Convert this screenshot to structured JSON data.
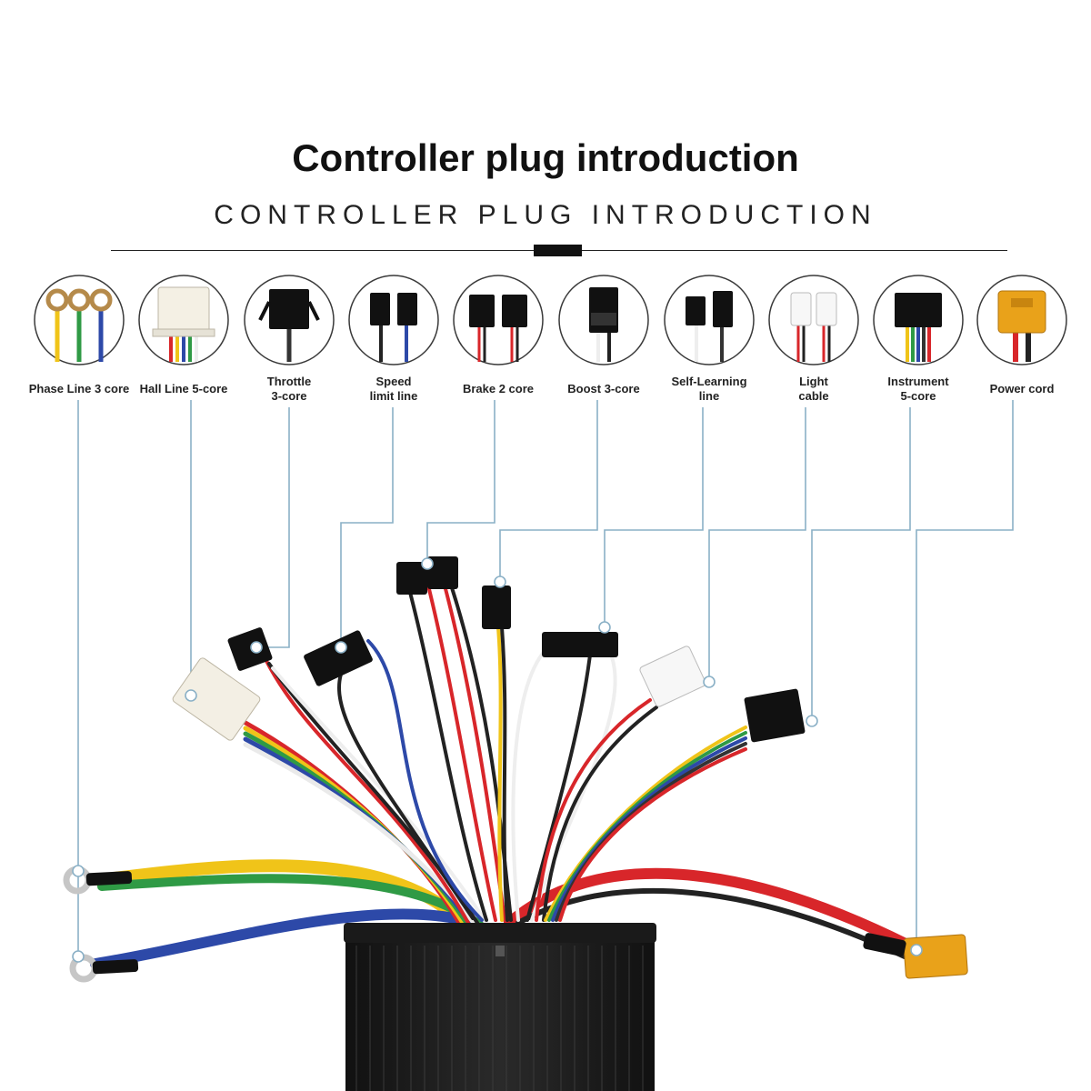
{
  "title": "Controller plug introduction",
  "subtitle": "CONTROLLER PLUG INTRODUCTION",
  "plugs": [
    {
      "label": "Phase Line 3 core"
    },
    {
      "label": "Hall Line 5-core"
    },
    {
      "label": "Throttle\n3-core"
    },
    {
      "label": "Speed\nlimit line"
    },
    {
      "label": "Brake 2 core"
    },
    {
      "label": "Boost 3-core"
    },
    {
      "label": "Self-Learning\nline"
    },
    {
      "label": "Light\ncable"
    },
    {
      "label": "Instrument\n5-core"
    },
    {
      "label": "Power cord"
    }
  ],
  "colors": {
    "red": "#d8262a",
    "yellow": "#f0c419",
    "green": "#2f9a45",
    "blue": "#2d49a8",
    "black": "#1b1b1b",
    "white": "#eeeeee",
    "brown": "#6b3f1f",
    "orange": "#e9a21a"
  }
}
